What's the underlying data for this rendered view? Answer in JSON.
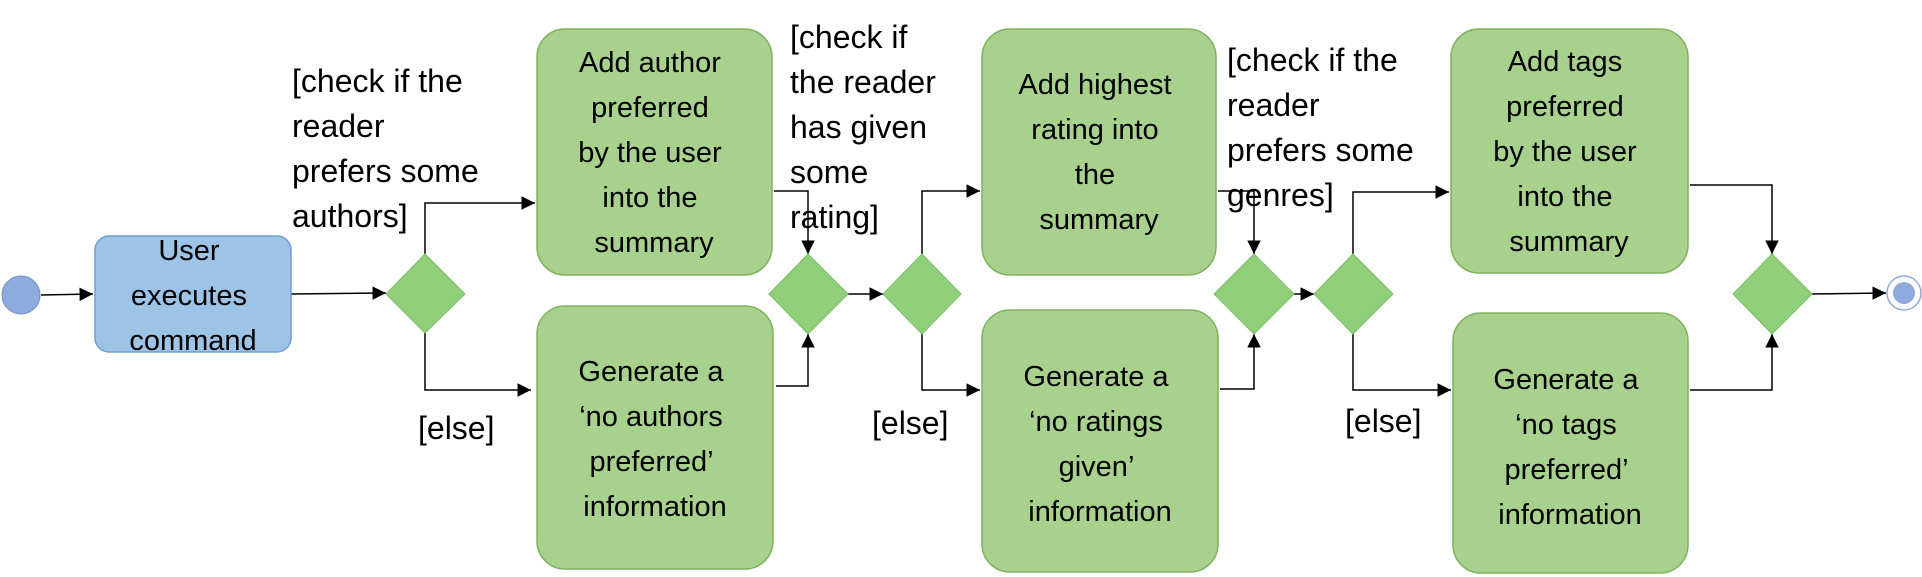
{
  "colors": {
    "action_fill_green": "#a9d18e",
    "action_stroke_green": "#7fb25c",
    "start_action_fill": "#9dc3e6",
    "start_action_stroke": "#6f9fd0",
    "node_fill": "#8faadc",
    "decision_fill": "#8fcf7a",
    "line": "#000000"
  },
  "nodes": {
    "start": {
      "name": "initial-node"
    },
    "user_action": {
      "lines": [
        "User",
        "executes",
        "command"
      ]
    },
    "add_author": {
      "lines": [
        "Add author",
        "preferred",
        "by the user",
        "into the",
        "summary"
      ]
    },
    "no_authors": {
      "lines": [
        "Generate a",
        "‘no authors",
        "preferred’",
        "information"
      ]
    },
    "add_rating": {
      "lines": [
        "Add highest",
        "rating into",
        "the",
        "summary"
      ]
    },
    "no_ratings": {
      "lines": [
        "Generate a",
        "‘no ratings",
        "given’",
        "information"
      ]
    },
    "add_tags": {
      "lines": [
        "Add tags",
        "preferred",
        "by the user",
        "into the",
        "summary"
      ]
    },
    "no_tags": {
      "lines": [
        "Generate a",
        "‘no tags",
        "preferred’",
        "information"
      ]
    },
    "end": {
      "name": "final-node"
    }
  },
  "guards": {
    "authors_check": {
      "lines": [
        "[check if the",
        "reader",
        "prefers some",
        "authors]"
      ]
    },
    "authors_else": {
      "lines": [
        "[else]"
      ]
    },
    "rating_check": {
      "lines": [
        "[check if",
        "the reader",
        "has given",
        "some",
        "rating]"
      ]
    },
    "rating_else": {
      "lines": [
        "[else]"
      ]
    },
    "genres_check": {
      "lines": [
        "[check if the",
        "reader",
        "prefers some",
        "genres]"
      ]
    },
    "genres_else": {
      "lines": [
        "[else]"
      ]
    }
  }
}
